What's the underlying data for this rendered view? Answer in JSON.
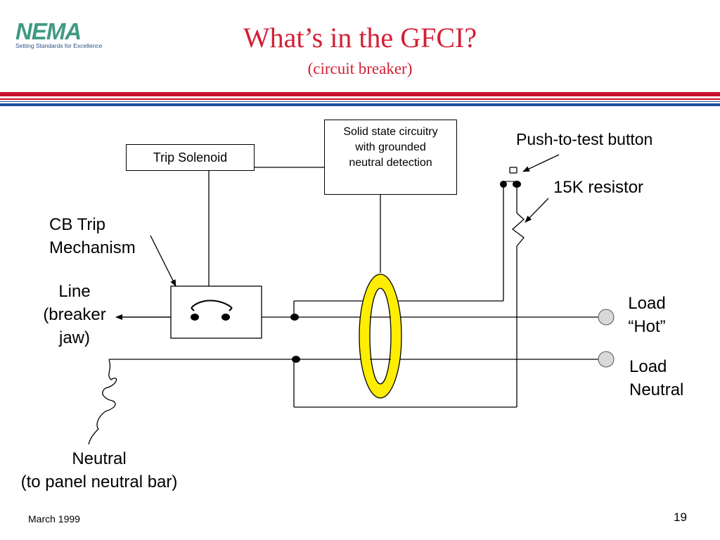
{
  "logo": {
    "word": "NEMA",
    "tagline": "Setting Standards for Excellence"
  },
  "title": "What’s in the GFCI?",
  "subtitle": "(circuit breaker)",
  "diagram": {
    "trip_solenoid": "Trip Solenoid",
    "circuitry": [
      "Solid state circuitry",
      "with grounded",
      "neutral detection"
    ],
    "push_to_test": "Push-to-test button",
    "resistor": "15K resistor",
    "cb_trip": [
      "CB Trip",
      "Mechanism"
    ],
    "line": [
      "Line",
      "(breaker",
      "jaw)"
    ],
    "load_hot": [
      "Load",
      "“Hot”"
    ],
    "load_neutral": [
      "Load",
      "Neutral"
    ],
    "neutral": [
      "Neutral",
      "(to panel neutral bar)"
    ]
  },
  "footer": {
    "date": "March 1999",
    "page": "19"
  },
  "colors": {
    "title": "#d41f34",
    "coil_fill": "#ffee00",
    "rule_red": "#c8102e",
    "rule_blue": "#1f4fa0"
  }
}
